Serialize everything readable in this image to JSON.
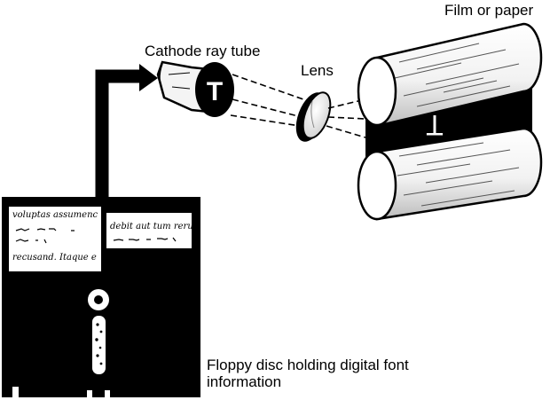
{
  "labels": {
    "film_or_paper": "Film or paper",
    "cathode_ray_tube": "Cathode ray tube",
    "lens": "Lens",
    "floppy_disc": "Floppy disc holding digital font information"
  },
  "screen_glyph": "T",
  "film_glyph": "T",
  "floppy_label_left": {
    "line1": "voluptas assumenc",
    "line2": "recusand. Itaque e"
  },
  "floppy_label_right": {
    "line1": "debit aut tum rerur"
  },
  "colors": {
    "ink": "#000000",
    "paper": "#ffffff"
  }
}
